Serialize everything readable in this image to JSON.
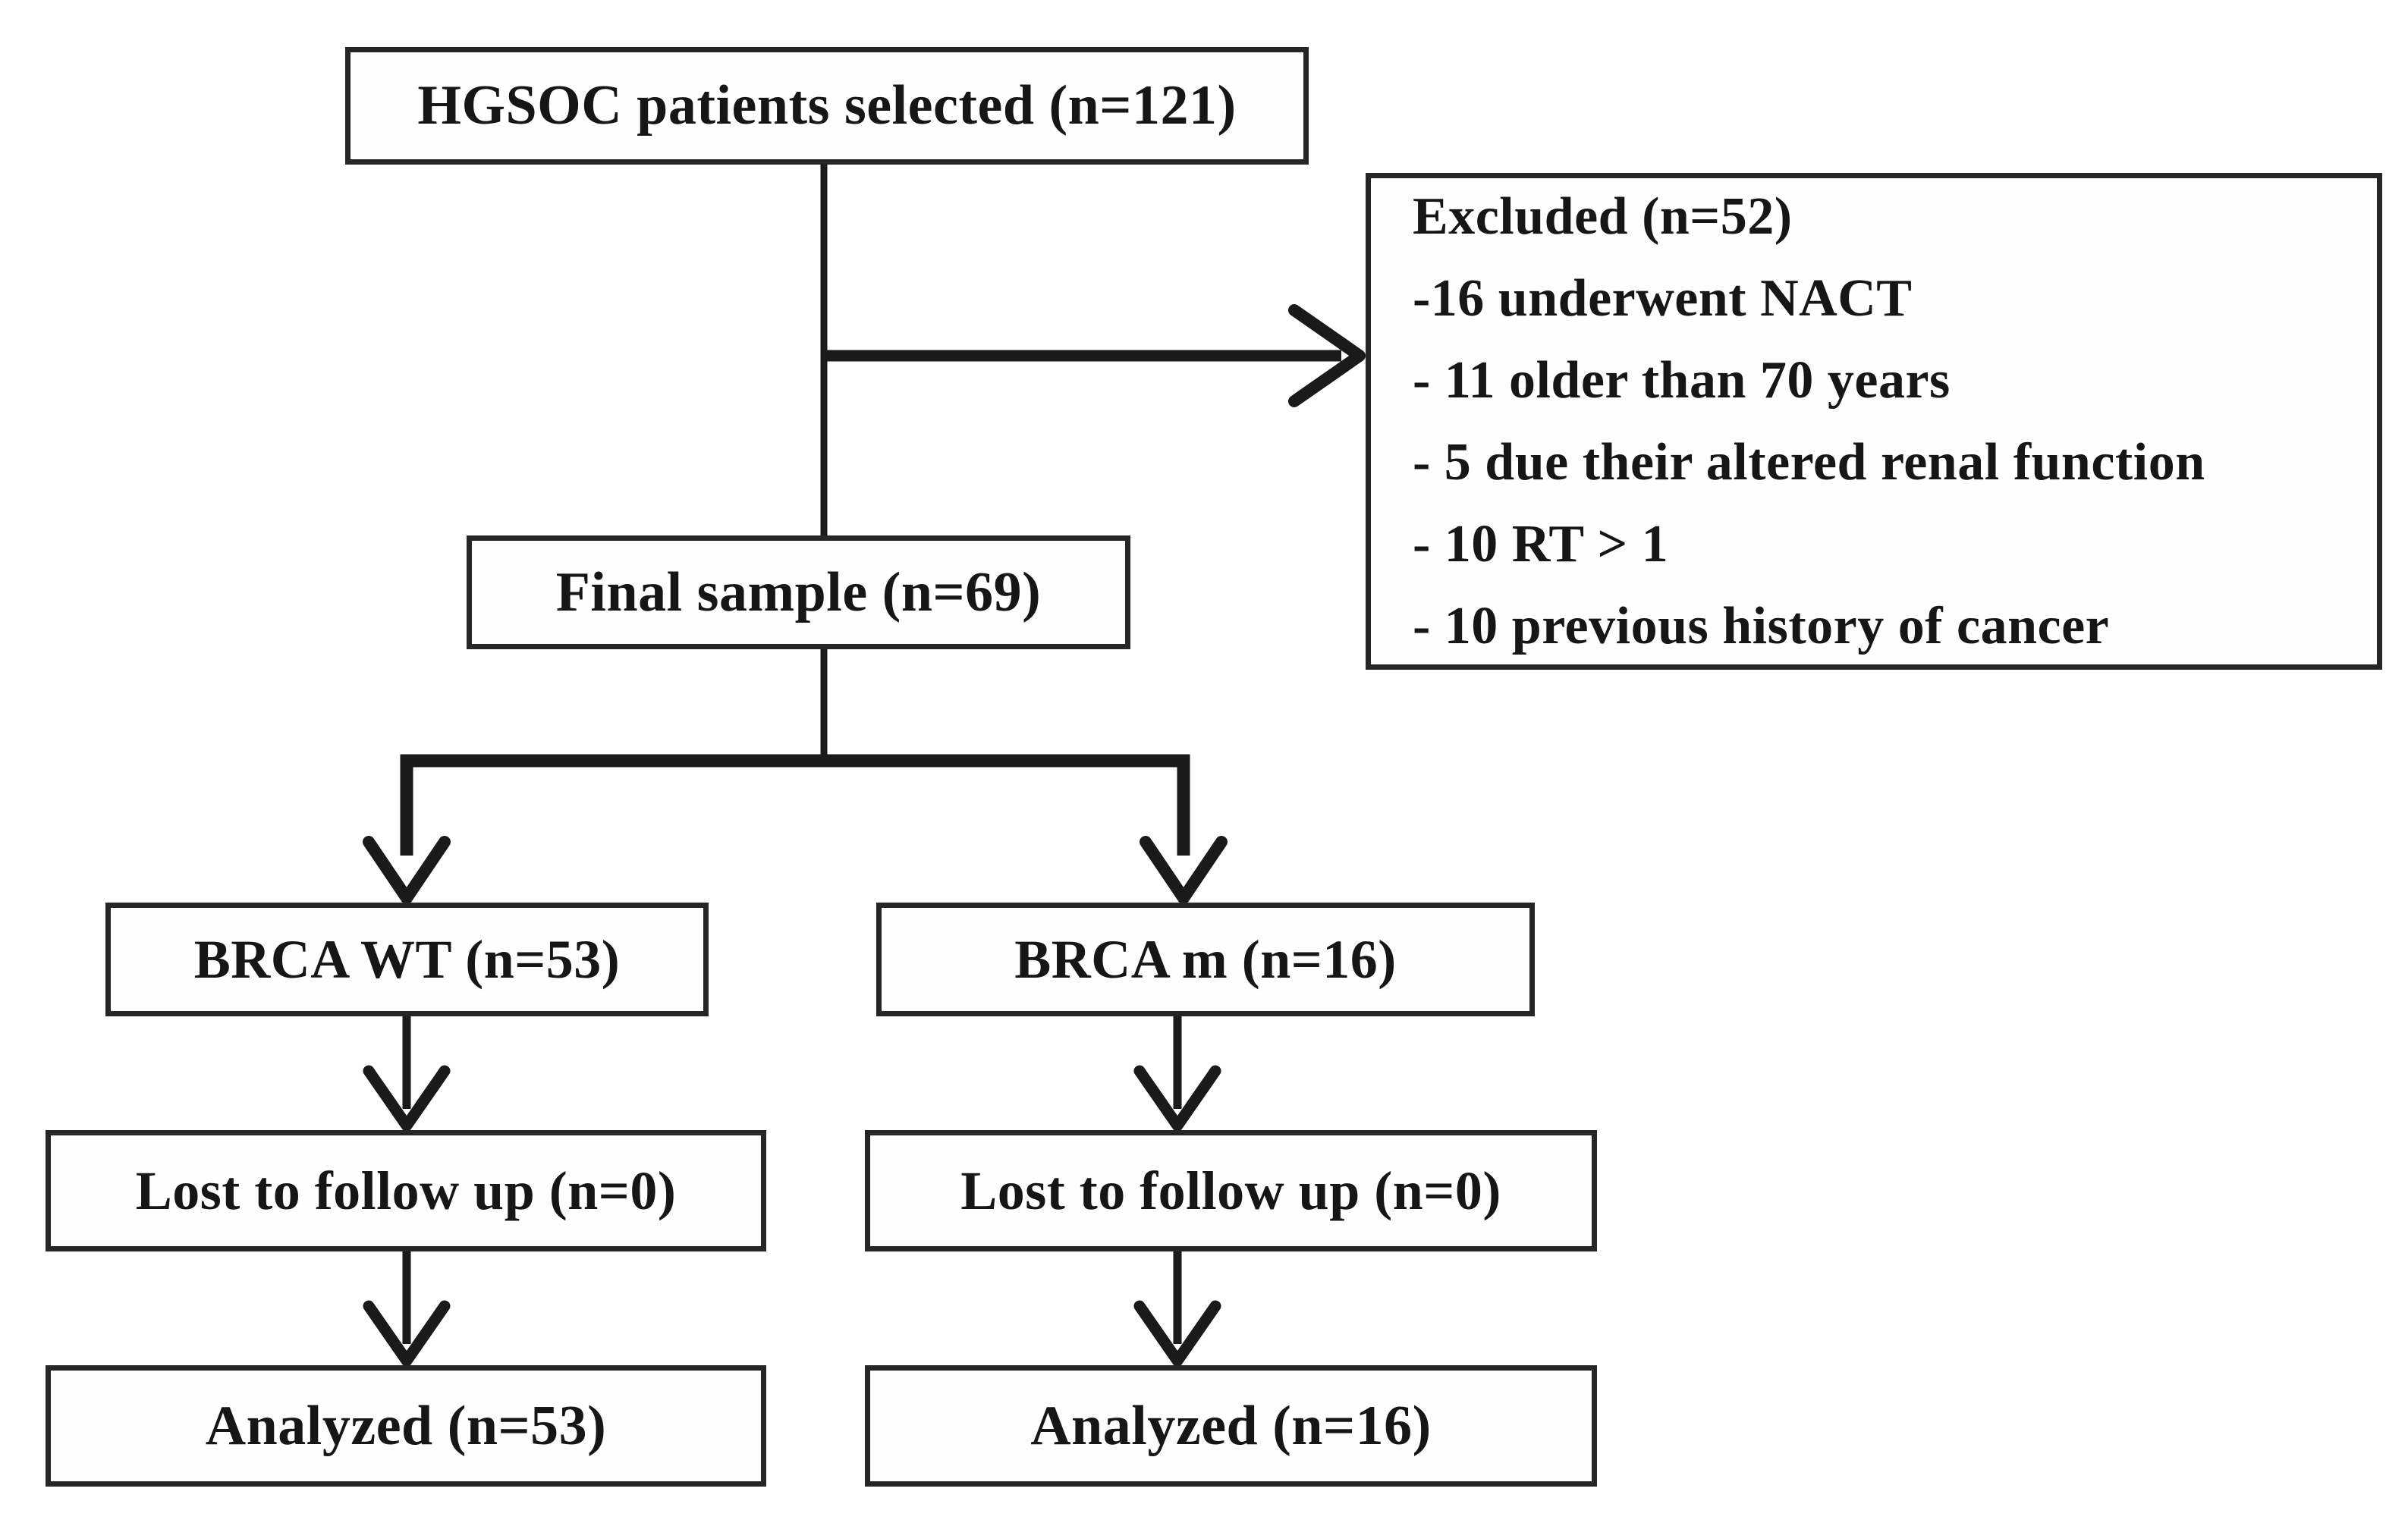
{
  "figure": {
    "kind": "patient-flow-diagram"
  },
  "colors": {
    "background": "#ffffff",
    "box_border": "#262626",
    "line": "#1a1a1a",
    "text": "#161616"
  },
  "nodes": {
    "selected": {
      "label": "HGSOC patients selected (n=121)"
    },
    "excluded": {
      "title": "Excluded (n=52)",
      "items": [
        "-16 underwent NACT",
        "- 11 older than 70 years",
        "- 5 due their altered renal function",
        "- 10 RT > 1",
        "- 10 previous history of cancer"
      ]
    },
    "final_sample": {
      "label": "Final sample (n=69)"
    },
    "brca_wt": {
      "label": "BRCA WT (n=53)"
    },
    "brca_m": {
      "label": "BRCA m (n=16)"
    },
    "lost_wt": {
      "label": "Lost to follow up (n=0)"
    },
    "lost_m": {
      "label": "Lost to follow up (n=0)"
    },
    "analyzed_wt": {
      "label": "Analyzed (n=53)"
    },
    "analyzed_m": {
      "label": "Analyzed (n=16)"
    }
  }
}
